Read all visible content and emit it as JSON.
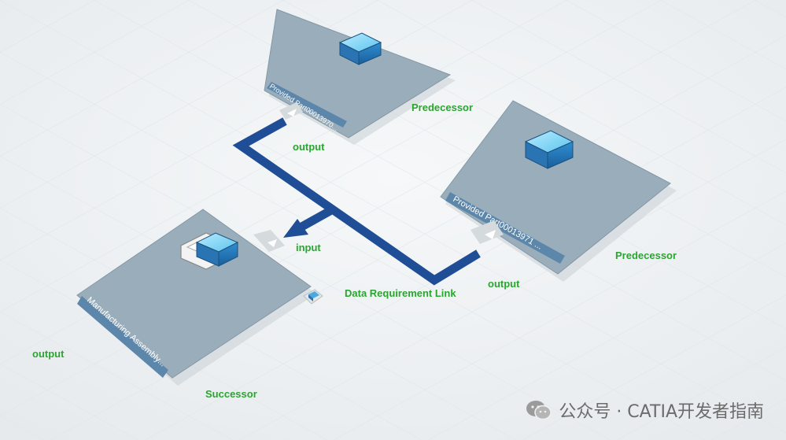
{
  "nodes": {
    "top": {
      "caption": "Provided Part00013970...",
      "role": "Predecessor",
      "port_label": "output"
    },
    "right": {
      "caption": "Provided Part00013971 ...",
      "role": "Predecessor",
      "port_label": "output"
    },
    "left": {
      "caption": "Manufacturing Assembly...",
      "role": "Successor",
      "port_label": "input",
      "extra_label": "output"
    }
  },
  "link": {
    "label": "Data Requirement Link"
  },
  "watermark": {
    "text": "公众号 · CATIA开发者指南"
  },
  "colors": {
    "label_green": "#2aa52f",
    "link_blue": "#1f4d96",
    "card_fill": "#9aadbb",
    "caption_bg": "#5d87aa"
  },
  "icons": {
    "provided_part": "blue-cube-icon",
    "assembly": "assembly-cube-icon",
    "port": "port-wedge-icon"
  }
}
